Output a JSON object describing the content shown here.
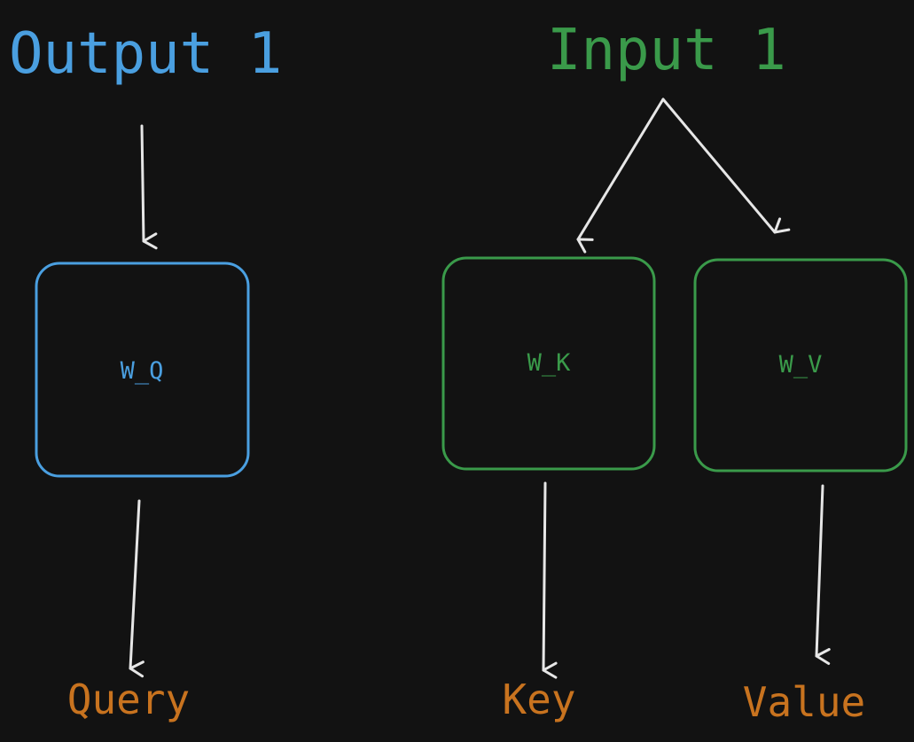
{
  "colors": {
    "background": "#121212",
    "query_path": "#4a9fe0",
    "key_value_path": "#3a9a4a",
    "outputs": "#c8731f",
    "arrows": "#e6e6e6"
  },
  "titles": {
    "left": "Output 1",
    "right": "Input 1"
  },
  "boxes": {
    "query_weight": "W_Q",
    "key_weight": "W_K",
    "value_weight": "W_V"
  },
  "outputs": {
    "query": "Query",
    "key": "Key",
    "value": "Value"
  }
}
